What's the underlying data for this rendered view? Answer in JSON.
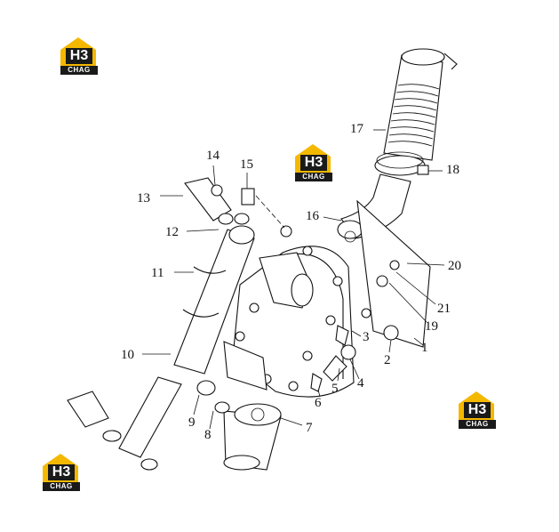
{
  "logos": [
    {
      "mark": "H3",
      "brand": "CHAG"
    },
    {
      "mark": "H3",
      "brand": "CHAG"
    },
    {
      "mark": "H3",
      "brand": "CHAG"
    },
    {
      "mark": "H3",
      "brand": "CHAG"
    }
  ],
  "callouts": [
    "1",
    "2",
    "3",
    "4",
    "5",
    "6",
    "7",
    "8",
    "9",
    "10",
    "11",
    "12",
    "13",
    "14",
    "15",
    "16",
    "17",
    "18",
    "19",
    "20",
    "21"
  ],
  "colors": {
    "logo_accent": "#f5b800",
    "ink": "#111111",
    "logo_dark": "#1a1a1a"
  }
}
